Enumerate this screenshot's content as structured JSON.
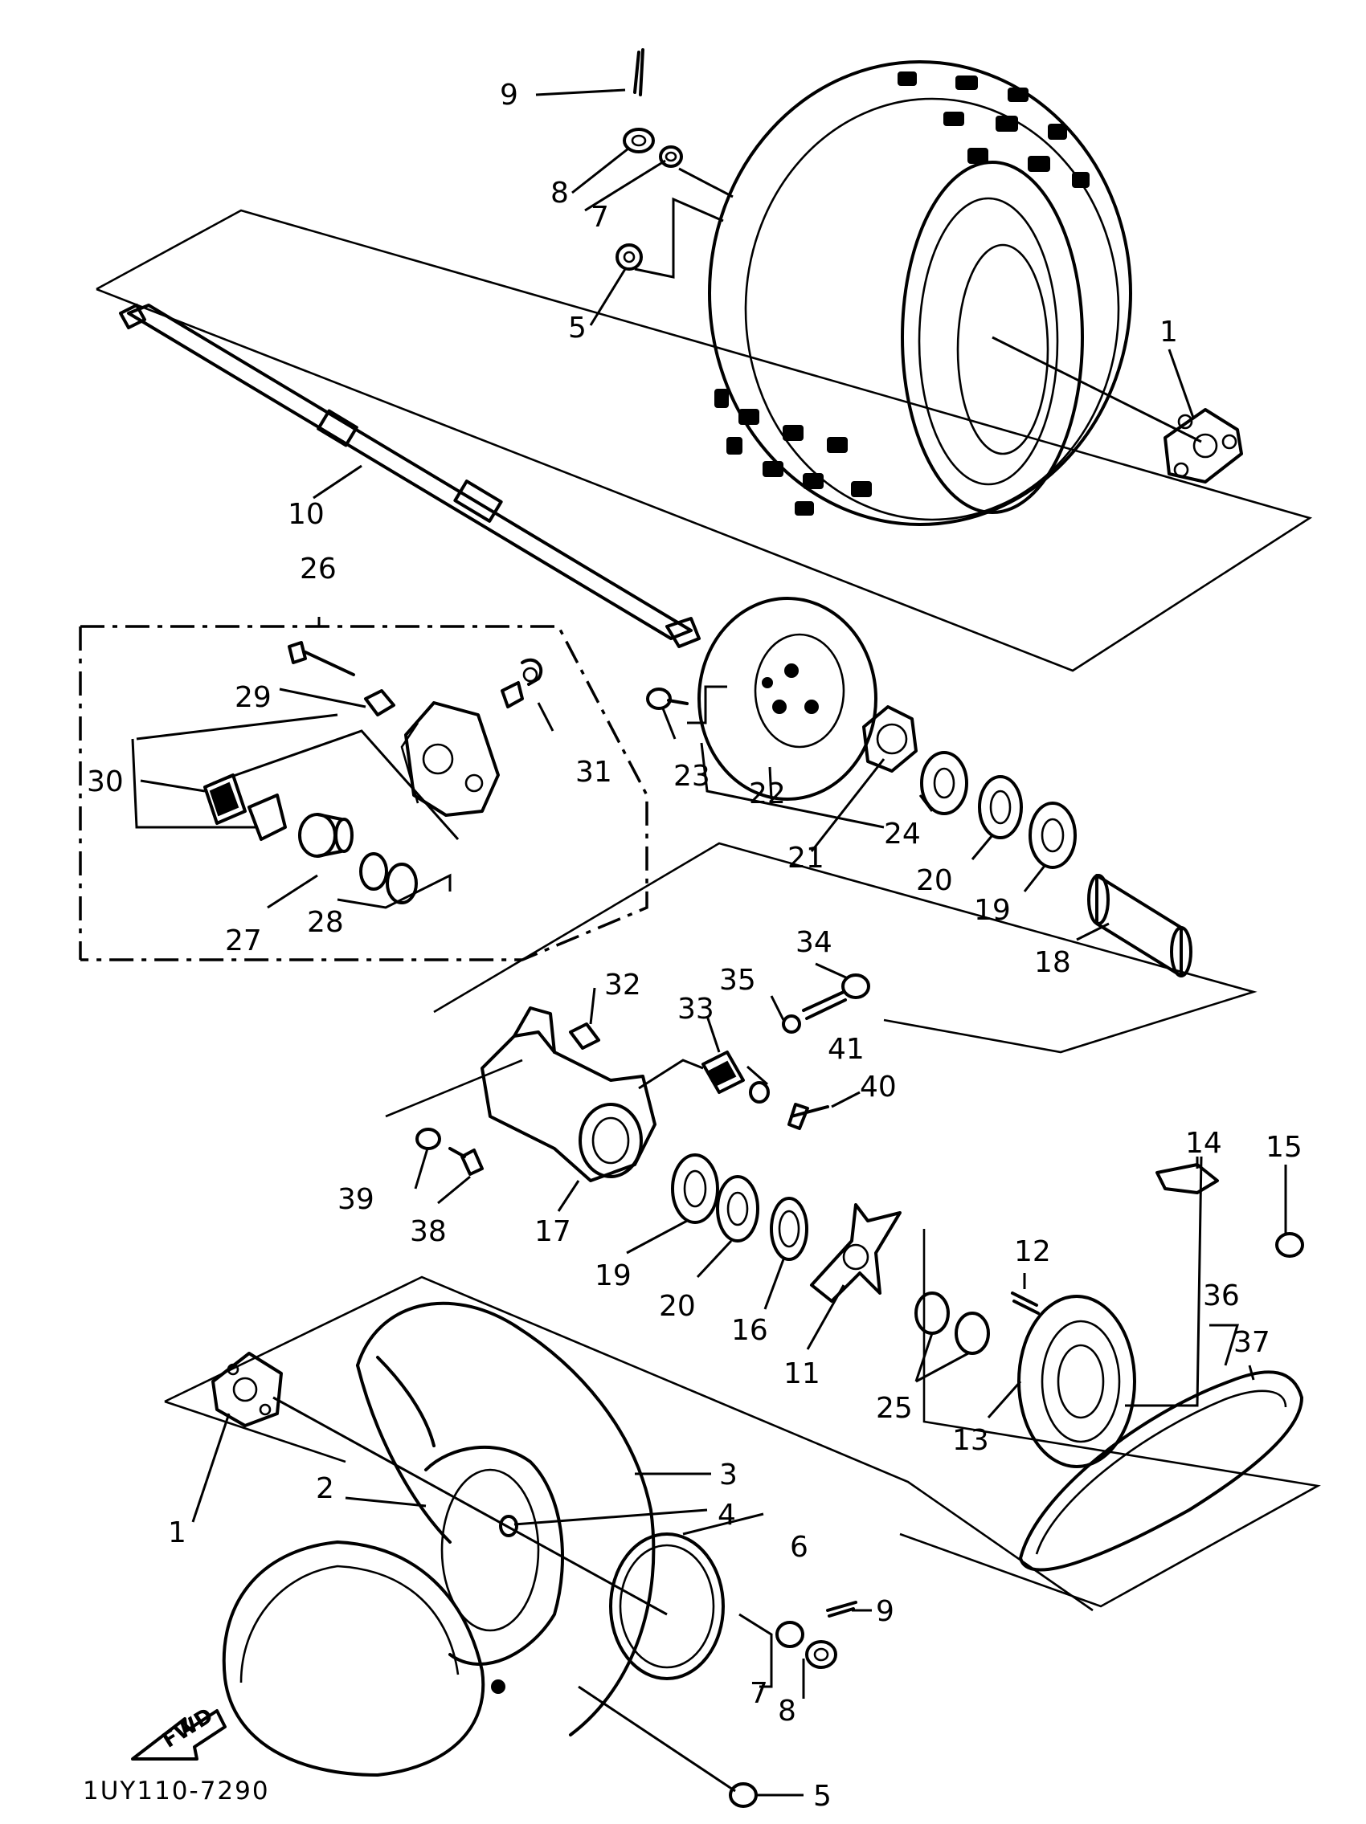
{
  "diagram_code": "1UY110-7290",
  "direction_arrow_label": "FWD",
  "callouts": {
    "c1a": "1",
    "c1b": "1",
    "c2": "2",
    "c3": "3",
    "c4": "4",
    "c5a": "5",
    "c5b": "5",
    "c6": "6",
    "c7a": "7",
    "c7b": "7",
    "c8a": "8",
    "c8b": "8",
    "c9a": "9",
    "c9b": "9",
    "c10": "10",
    "c11": "11",
    "c12": "12",
    "c13": "13",
    "c14": "14",
    "c15": "15",
    "c16": "16",
    "c17": "17",
    "c18": "18",
    "c19a": "19",
    "c19b": "19",
    "c20a": "20",
    "c20b": "20",
    "c21": "21",
    "c22": "22",
    "c23": "23",
    "c24": "24",
    "c25": "25",
    "c26": "26",
    "c27": "27",
    "c28": "28",
    "c29": "29",
    "c30": "30",
    "c31": "31",
    "c32": "32",
    "c33": "33",
    "c34": "34",
    "c35": "35",
    "c36": "36",
    "c37": "37",
    "c38": "38",
    "c39": "39",
    "c40": "40",
    "c41": "41"
  }
}
